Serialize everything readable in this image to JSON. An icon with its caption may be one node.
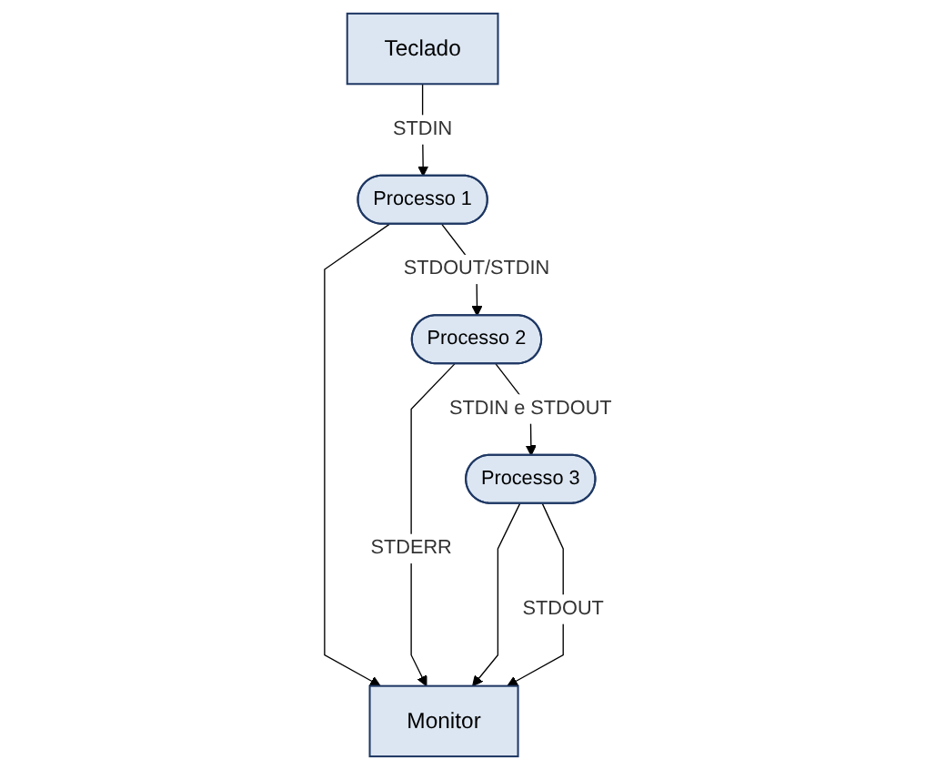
{
  "diagram": {
    "nodes": [
      {
        "text": [
          "Teclado"
        ]
      },
      {
        "text": [
          "Processo 1"
        ]
      },
      {
        "text": [
          "Processo 2"
        ]
      },
      {
        "text": [
          "Processo 3"
        ]
      },
      {
        "text": [
          "Monitor"
        ]
      }
    ],
    "edges": [
      {
        "from": 0,
        "to": 1,
        "arrow": "to",
        "label": "STDIN"
      },
      {
        "from": 1,
        "to": 2,
        "arrow": "to",
        "label": "STDOUT/STDIN"
      },
      {
        "from": 2,
        "to": 3,
        "arrow": "to",
        "label": "STDIN e STDOUT"
      },
      {
        "from": 1,
        "to": 4,
        "arrow": "to"
      },
      {
        "from": 2,
        "to": 4,
        "arrow": "to",
        "label": "STDERR"
      },
      {
        "from": 3,
        "to": 4,
        "arrow": "to"
      },
      {
        "from": 3,
        "to": 4,
        "arrow": "to",
        "label": "STDOUT"
      }
    ]
  }
}
